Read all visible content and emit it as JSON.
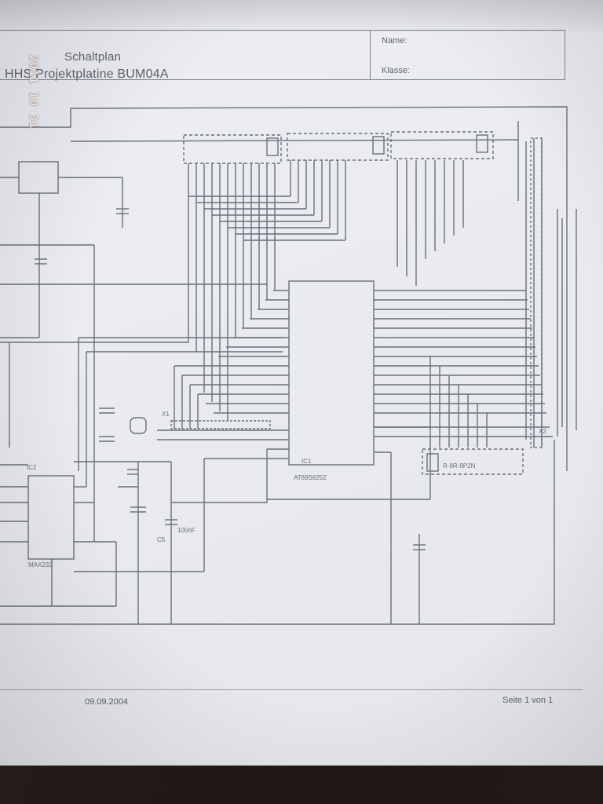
{
  "document": {
    "title_line1": "Schaltplan",
    "title_line2": "HHS Projektplatine BUM04A",
    "name_label": "Name:",
    "class_label": "Klasse:",
    "date": "09.09.2004",
    "page": "Seite 1 von 1"
  },
  "camera_stamp": {
    "text": "2011 10 31"
  },
  "components": {
    "mcu_ref": "IC1",
    "mcu_part": "AT89S8252",
    "driver_ref": "IC2",
    "driver_part": "MAX232",
    "connector_x1": "X1",
    "connector_x2": "X2",
    "resnet_label": "R-8R-9P2N",
    "cap_label_c5": "C5",
    "cap_value": "100nF"
  },
  "colors": {
    "paper": "#eceef3",
    "ink": "#5d616a",
    "background": "#2a1f1a"
  }
}
